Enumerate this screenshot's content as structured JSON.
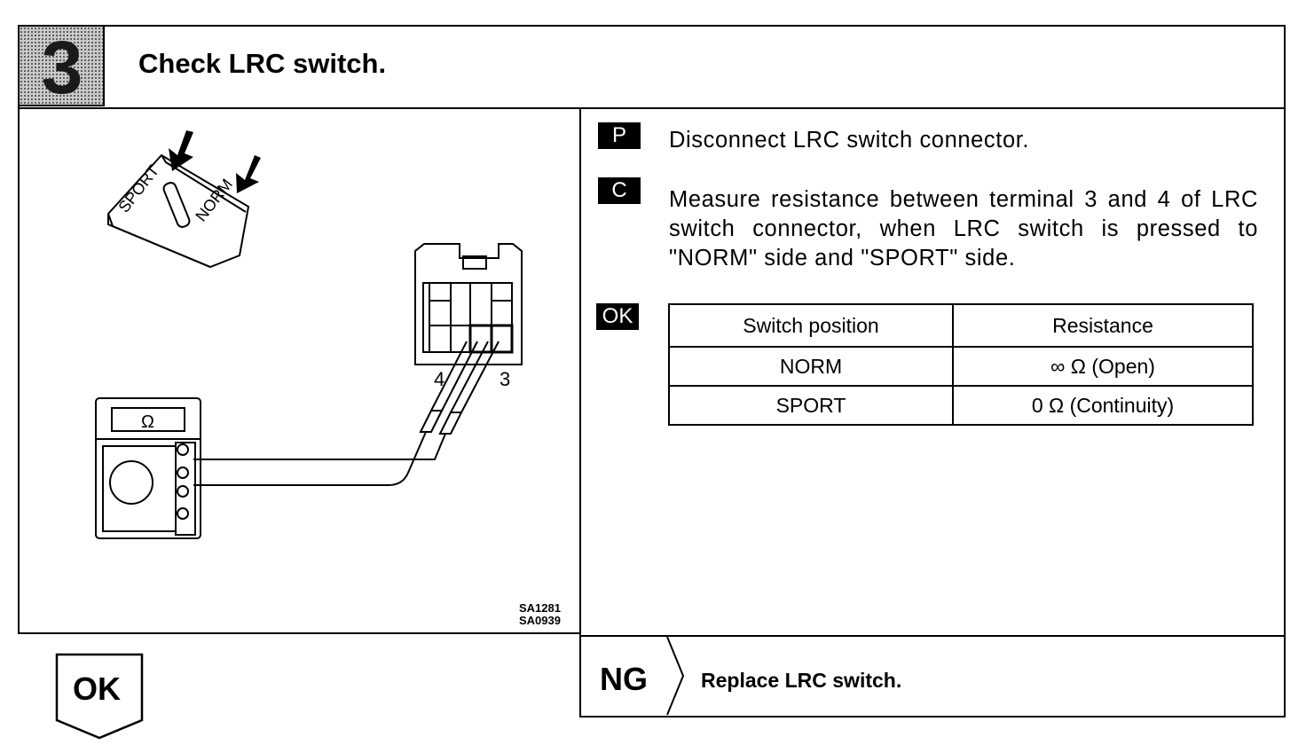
{
  "step": {
    "number": "3",
    "title": "Check LRC switch."
  },
  "illustration": {
    "switch_label_sport": "SPORT",
    "switch_label_norm": "NORM",
    "terminal_4": "4",
    "terminal_3": "3",
    "meter_symbol": "Ω",
    "figure_codes": [
      "SA1281",
      "SA0939"
    ]
  },
  "procedure": {
    "p_tag": "P",
    "p_text": "Disconnect LRC switch connector.",
    "c_tag": "C",
    "c_text": "Measure resistance between terminal 3 and 4 of LRC switch connector, when LRC switch is pressed to \"NORM\" side and \"SPORT\" side.",
    "ok_tag": "OK"
  },
  "spec_table": {
    "headers": [
      "Switch position",
      "Resistance"
    ],
    "rows": [
      [
        "NORM",
        "∞ Ω (Open)"
      ],
      [
        "SPORT",
        "0 Ω (Continuity)"
      ]
    ]
  },
  "result": {
    "ok_label": "OK",
    "ng_label": "NG",
    "ng_text": "Replace LRC switch."
  }
}
